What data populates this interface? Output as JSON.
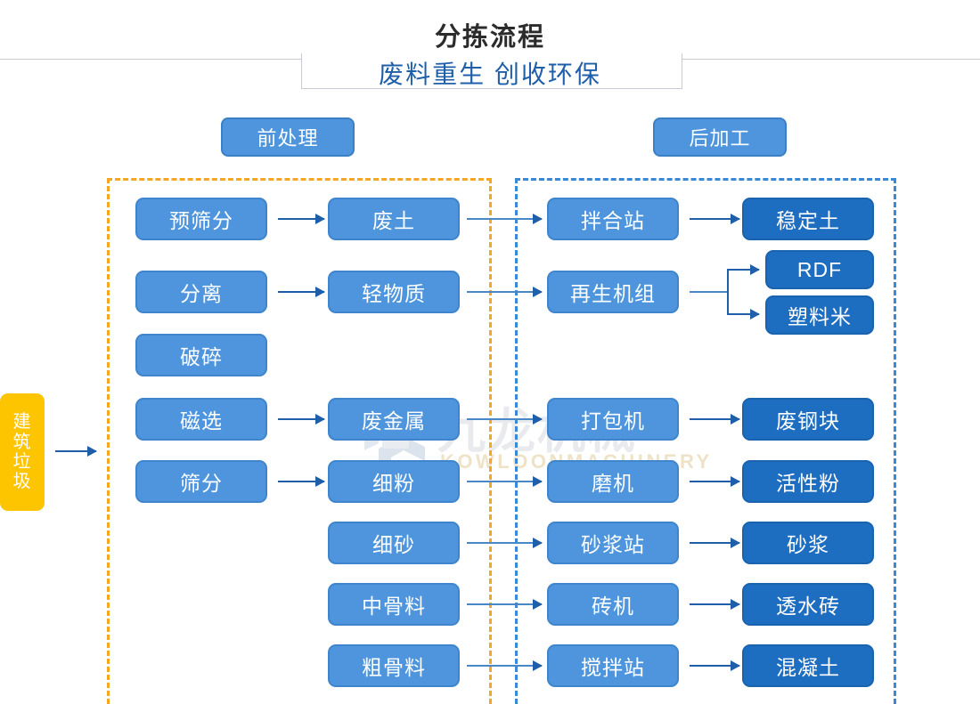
{
  "title": {
    "main": "分拣流程",
    "sub": "废料重生 创收环保"
  },
  "watermark": {
    "cn": "九龙机械",
    "en": "KOWLOONMACHINERY",
    "logo_icon": "kowloon-logo-icon"
  },
  "sections": {
    "pre_label": "前处理",
    "post_label": "后加工"
  },
  "source": {
    "label": "建筑垃圾"
  },
  "colors": {
    "node_light": "#4e95dd",
    "node_dark": "#1d6dc0",
    "source_yellow": "#fdc400",
    "group_pre_border": "#f5a623",
    "group_post_border": "#3a89d6",
    "arrow": "#1f5fa9",
    "title_sub": "#1f5fa9"
  },
  "nodes": {
    "process": [
      {
        "id": "pre-screen",
        "label": "预筛分"
      },
      {
        "id": "separate",
        "label": "分离"
      },
      {
        "id": "crush",
        "label": "破碎"
      },
      {
        "id": "magnetic",
        "label": "磁选"
      },
      {
        "id": "sieve",
        "label": "筛分"
      }
    ],
    "materials": [
      {
        "id": "waste-soil",
        "label": "废土"
      },
      {
        "id": "light-matter",
        "label": "轻物质"
      },
      {
        "id": "waste-metal",
        "label": "废金属"
      },
      {
        "id": "fine-powder",
        "label": "细粉"
      },
      {
        "id": "fine-sand",
        "label": "细砂"
      },
      {
        "id": "medium-aggregate",
        "label": "中骨料"
      },
      {
        "id": "coarse-aggregate",
        "label": "粗骨料"
      }
    ],
    "equipment": [
      {
        "id": "mixing-station",
        "label": "拌合站"
      },
      {
        "id": "recycling-unit",
        "label": "再生机组"
      },
      {
        "id": "baler",
        "label": "打包机"
      },
      {
        "id": "grinder",
        "label": "磨机"
      },
      {
        "id": "mortar-station",
        "label": "砂浆站"
      },
      {
        "id": "brick-machine",
        "label": "砖机"
      },
      {
        "id": "concrete-station",
        "label": "搅拌站"
      }
    ],
    "products": [
      {
        "id": "stabilized-soil",
        "label": "稳定土"
      },
      {
        "id": "rdf",
        "label": "RDF"
      },
      {
        "id": "plastic-pellet",
        "label": "塑料米"
      },
      {
        "id": "scrap-steel",
        "label": "废钢块"
      },
      {
        "id": "active-powder",
        "label": "活性粉"
      },
      {
        "id": "mortar",
        "label": "砂浆"
      },
      {
        "id": "permeable-brick",
        "label": "透水砖"
      },
      {
        "id": "concrete",
        "label": "混凝土"
      }
    ]
  }
}
